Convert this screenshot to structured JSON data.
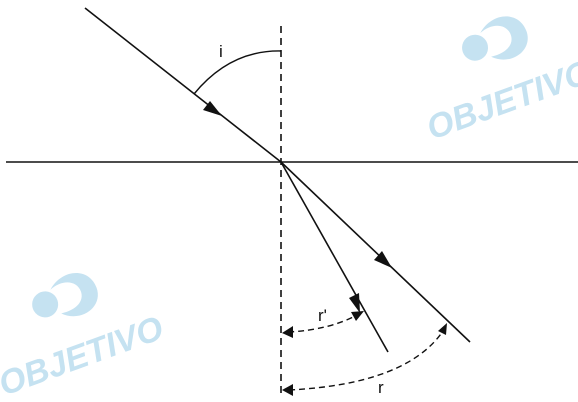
{
  "labels": {
    "incidence_angle": "i",
    "refraction_angle_prime": "r'",
    "refraction_angle": "r"
  },
  "watermark": {
    "brand": "OBJETIVO",
    "color": "#c5e2f1"
  },
  "colors": {
    "ink": "#111111",
    "background": "#ffffff"
  }
}
